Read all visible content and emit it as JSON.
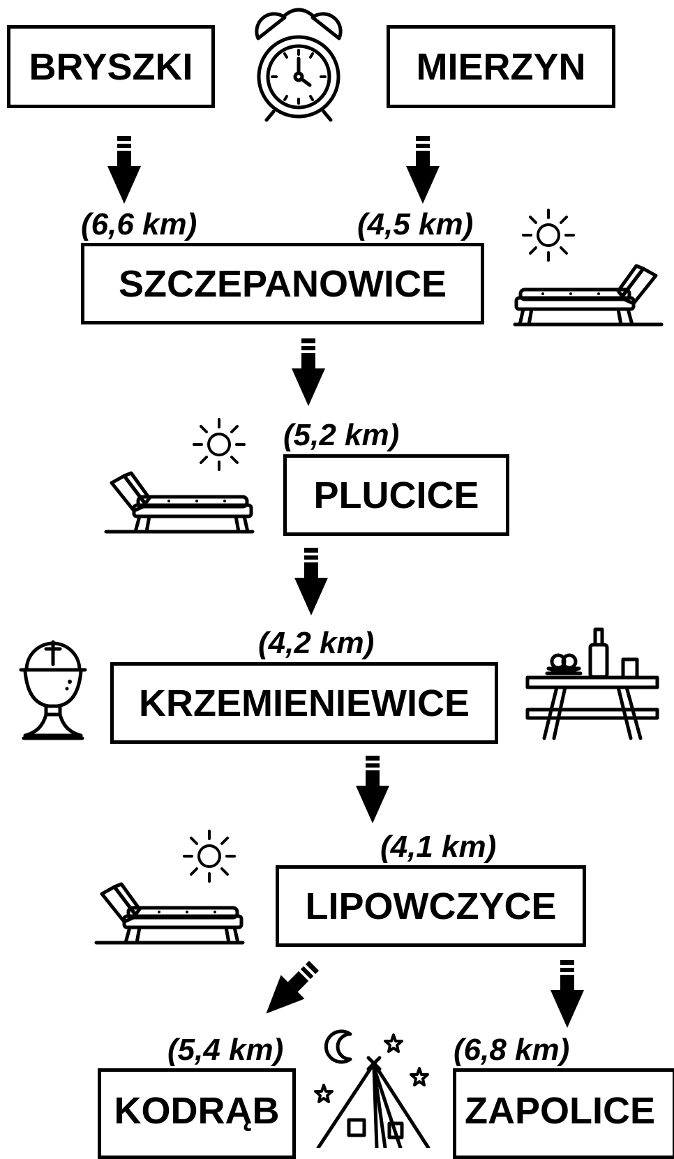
{
  "colors": {
    "ink": "#000000",
    "paper": "#ffffff"
  },
  "places": {
    "bryszki": "BRYSZKI",
    "mierzyn": "MIERZYN",
    "szczepanowice": "SZCZEPANOWICE",
    "plucice": "PLUCICE",
    "krzemieniewice": "KRZEMIENIEWICE",
    "lipowczyce": "LIPOWCZYCE",
    "kodrab": "KODRĄB",
    "zapolice": "ZAPOLICE"
  },
  "distances": {
    "bryszki_szczepanowice": "(6,6 km)",
    "mierzyn_szczepanowice": "(4,5 km)",
    "szczepanowice_plucice": "(5,2 km)",
    "plucice_krzemieniewice": "(4,2 km)",
    "krzemieniewice_lipowczyce": "(4,1 km)",
    "lipowczyce_kodrab": "(5,4 km)",
    "lipowczyce_zapolice": "(6,8 km)"
  },
  "icons": [
    "alarm-clock-icon",
    "sun-icon",
    "sun-lounger-icon",
    "chalice-icon",
    "picnic-table-icon",
    "moon-icon",
    "star-icon",
    "tent-icon",
    "arrow-icon"
  ]
}
